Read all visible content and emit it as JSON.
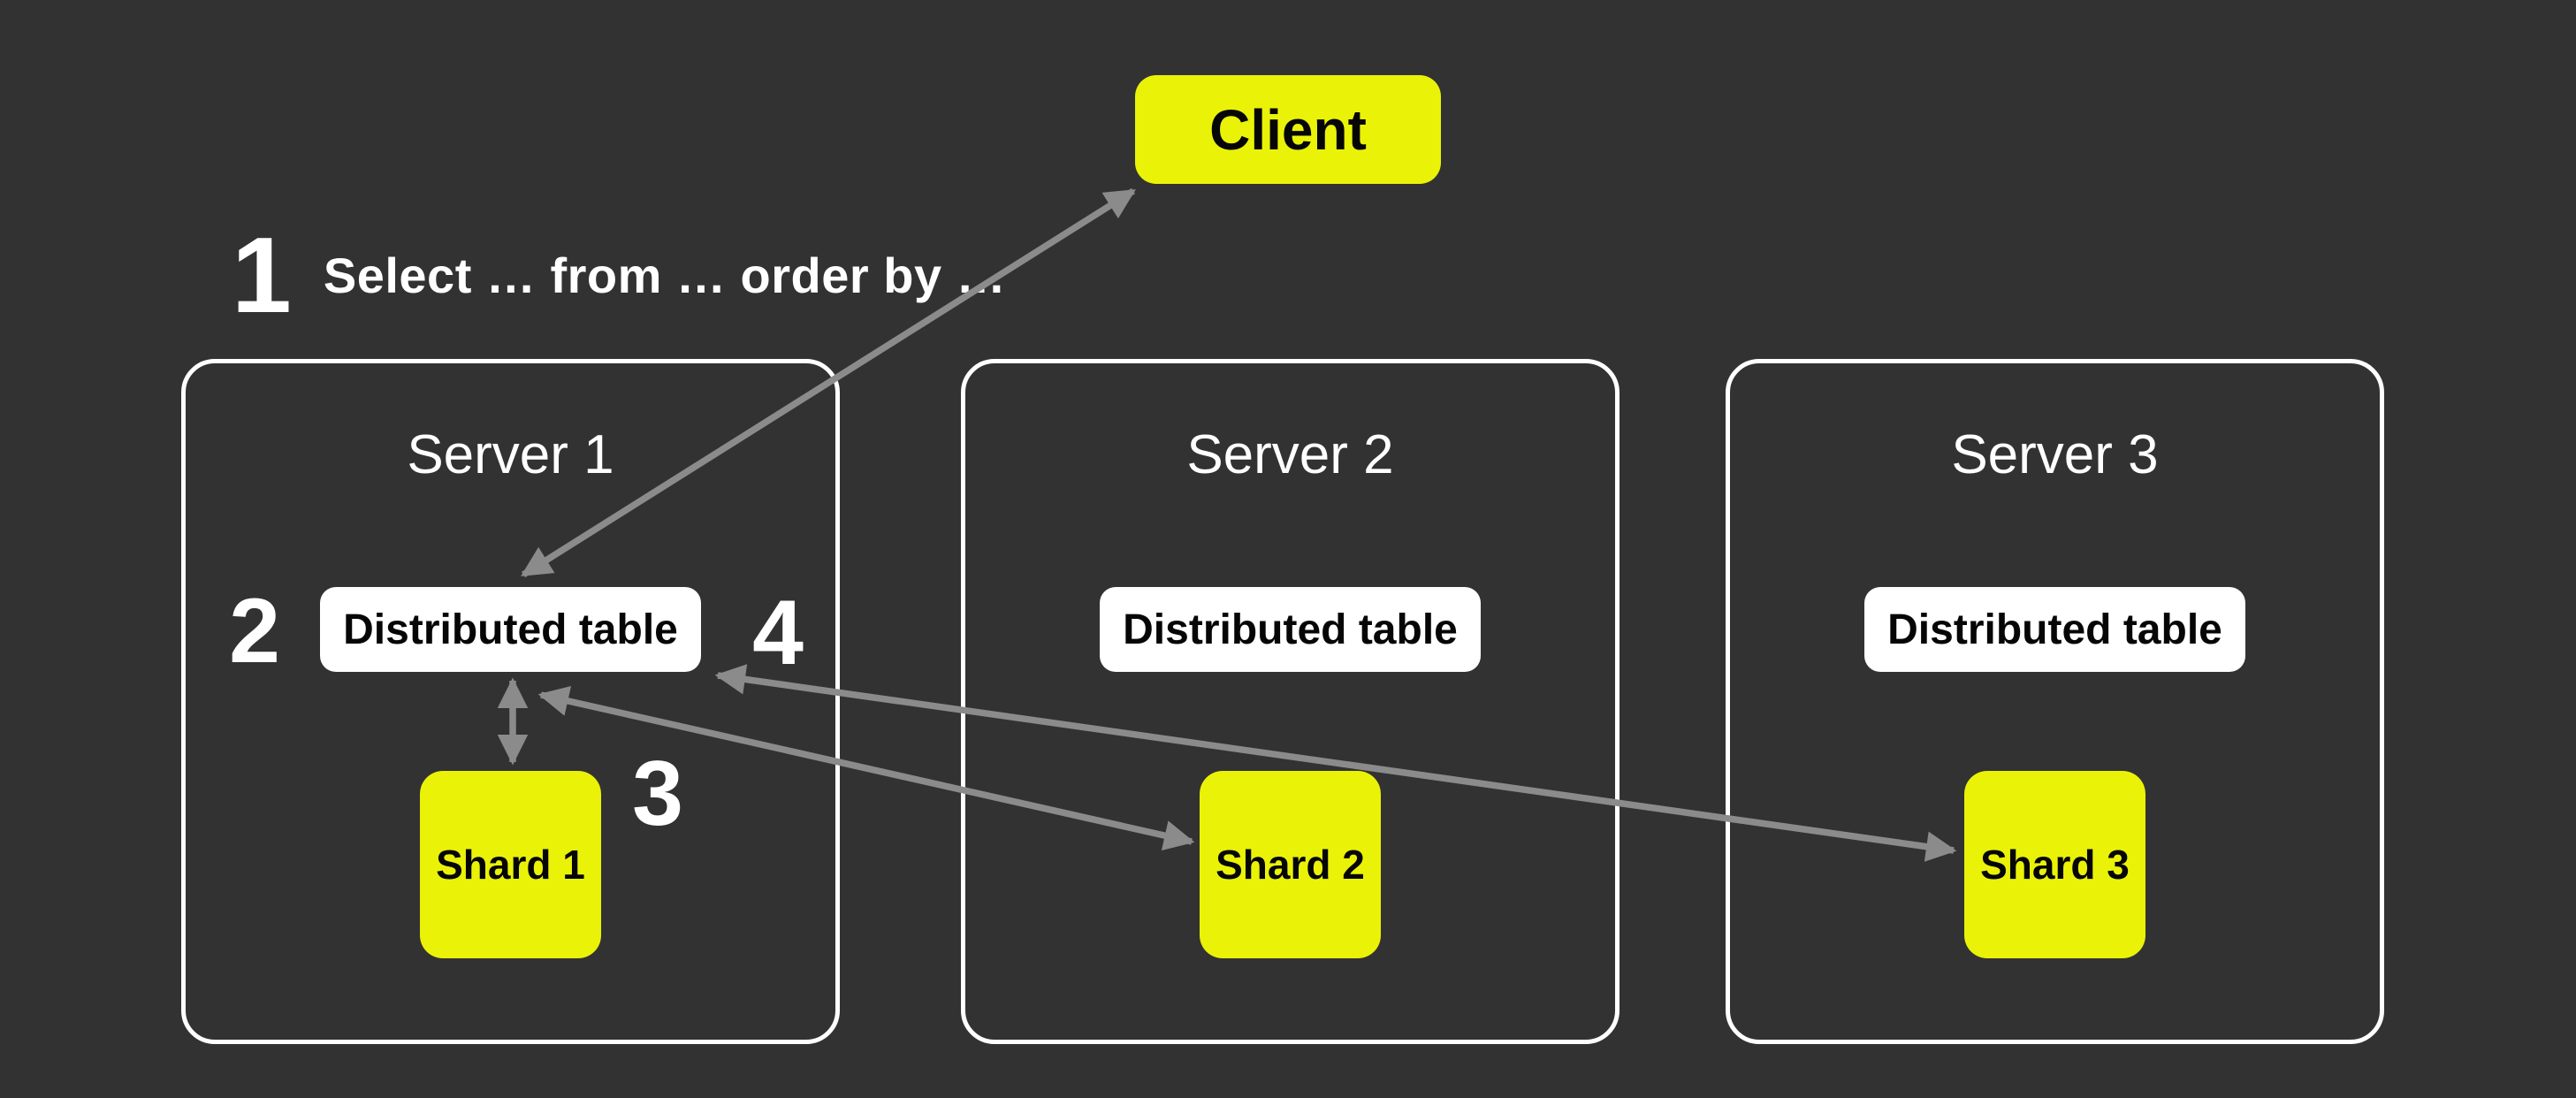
{
  "colors": {
    "background": "#323232",
    "accent_yellow": "#EAF208",
    "node_white": "#FFFFFF",
    "text_light": "#FFFFFF",
    "text_dark": "#060606",
    "arrow": "#8B8B8B",
    "server_border": "#FFFFFF"
  },
  "client": {
    "label": "Client"
  },
  "steps": [
    {
      "number": "1",
      "label": "Select … from … order by …"
    },
    {
      "number": "2"
    },
    {
      "number": "3"
    },
    {
      "number": "4"
    }
  ],
  "servers": [
    {
      "name": "Server 1",
      "table_label": "Distributed table",
      "shard_label": "Shard 1"
    },
    {
      "name": "Server 2",
      "table_label": "Distributed table",
      "shard_label": "Shard 2"
    },
    {
      "name": "Server 3",
      "table_label": "Distributed table",
      "shard_label": "Shard 3"
    }
  ],
  "arrows": [
    {
      "from": "Client",
      "to": "Server 1 Distributed table",
      "bidirectional": true
    },
    {
      "from": "Server 1 Distributed table",
      "to": "Shard 1",
      "bidirectional": true
    },
    {
      "from": "Server 1 Distributed table",
      "to": "Shard 2",
      "bidirectional": true
    },
    {
      "from": "Server 1 Distributed table",
      "to": "Shard 3",
      "bidirectional": true
    }
  ]
}
